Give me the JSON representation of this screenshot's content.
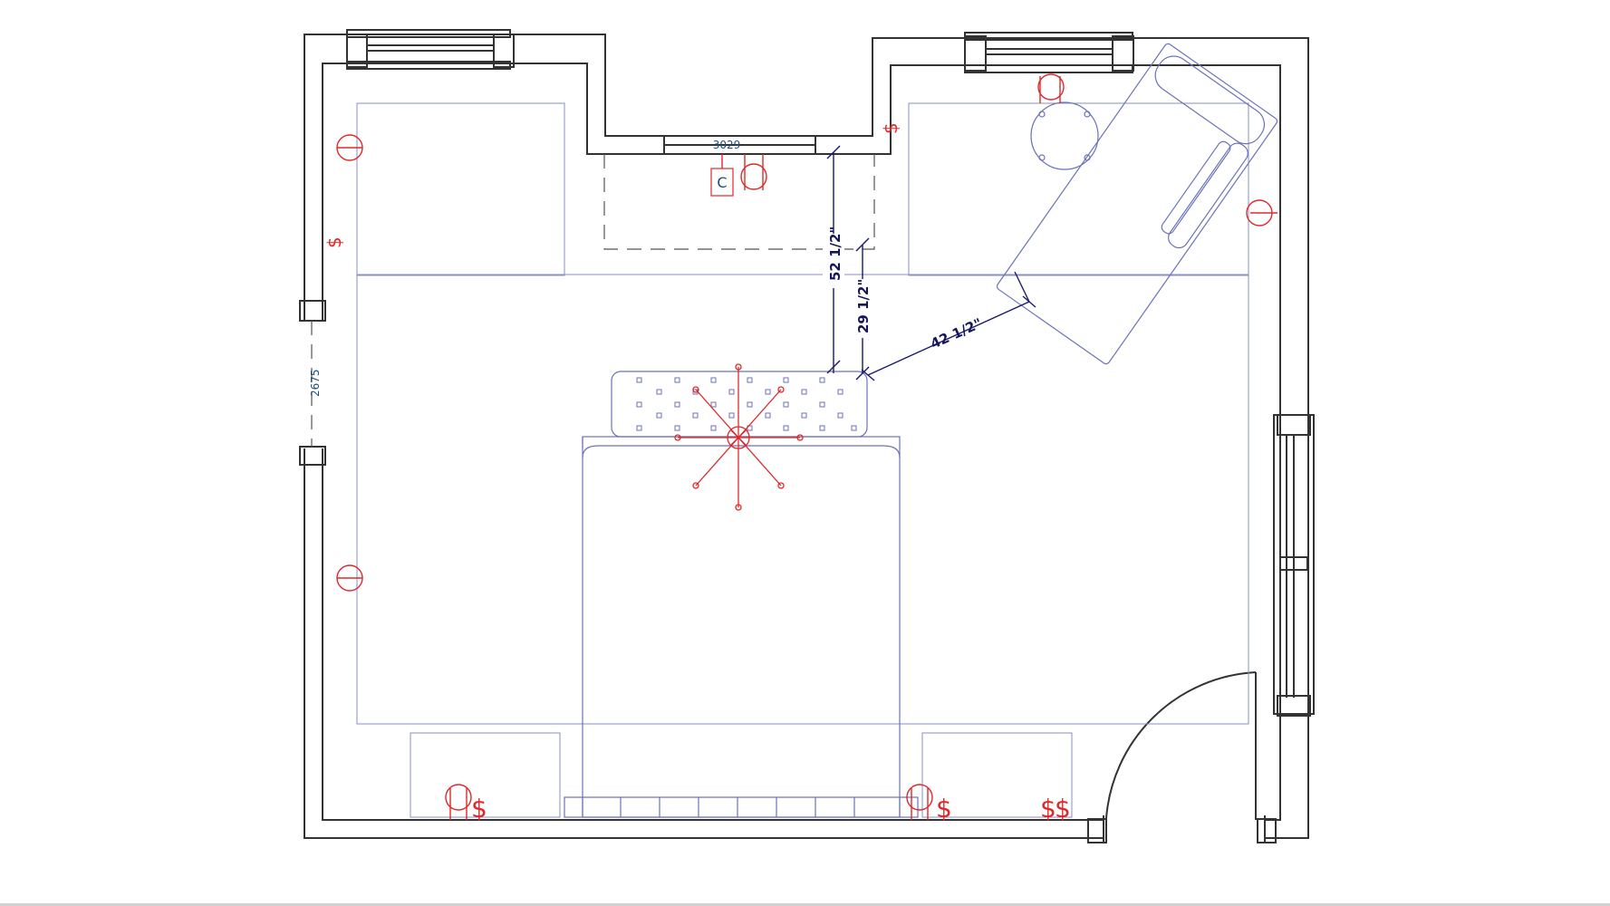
{
  "dimensions": {
    "d1": "52 1/2\"",
    "d2": "29 1/2\"",
    "d3": "42 1/2\""
  },
  "tags": {
    "window_top": "3029",
    "door_left": "2675",
    "ceiling_fixture": "C"
  },
  "switch_symbol": "$",
  "colors": {
    "walls": "#333333",
    "furniture": "#8a8fc4",
    "electrical": "#e02828",
    "dimensions": "#1a1a6e"
  }
}
